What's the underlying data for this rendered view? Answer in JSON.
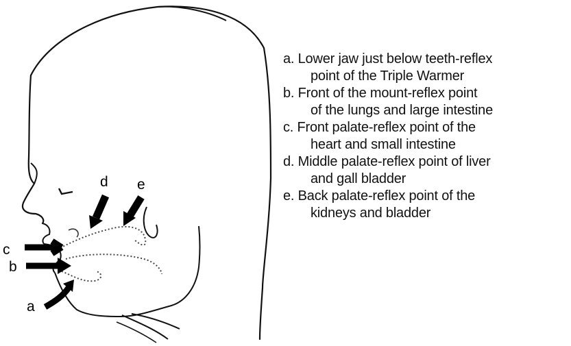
{
  "labels": {
    "a": "a",
    "b": "b",
    "c": "c",
    "d": "d",
    "e": "e"
  },
  "legend": [
    {
      "line1": "a. Lower jaw just below teeth-reflex",
      "line2": "point of the Triple Warmer"
    },
    {
      "line1": "b. Front of the mount-reflex point",
      "line2": "of the lungs and large intestine"
    },
    {
      "line1": "c. Front palate-reflex point of the",
      "line2": "heart and small intestine"
    },
    {
      "line1": "d. Middle palate-reflex point of liver",
      "line2": "and gall bladder"
    },
    {
      "line1": "e. Back palate-reflex point of the",
      "line2": "kidneys and bladder"
    }
  ]
}
